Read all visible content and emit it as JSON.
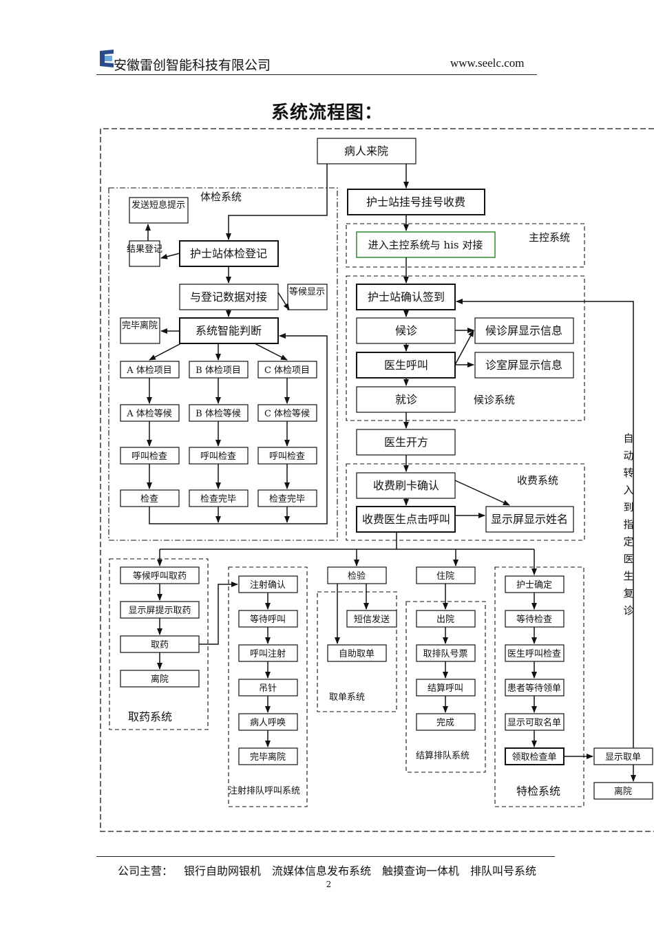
{
  "header": {
    "company": "安徽雷创智能科技有限公司",
    "url": "www.seelc.com"
  },
  "title": "系统流程图：",
  "boxes": {
    "patient_arrive": "病人来院",
    "nurse_register_pay": "护士站挂号挂号收费",
    "enter_master": "进入主控系统与 his 对接",
    "nurse_confirm": "护士站确认签到",
    "waiting": "候诊",
    "waiting_screen": "候诊屏显示信息",
    "doctor_call": "医生呼叫",
    "room_screen": "诊室屏显示信息",
    "visit": "就诊",
    "prescribe": "医生开方",
    "pay_card": "收费刷卡确认",
    "pay_doctor_call": "收费医生点击呼叫",
    "screen_name": "显示屏显示姓名",
    "sms_notice": "发送短息提示",
    "result_reg": "结果登记",
    "nurse_exam_reg": "护士站体检登记",
    "data_link": "与登记数据对接",
    "wait_show": "等候显示",
    "done_leave_exam": "完毕离院",
    "smart_judge": "系统智能判断",
    "a_item": "A 体检项目",
    "b_item": "B 体检项目",
    "c_item": "C 体检项目",
    "a_wait": "A 体检等候",
    "b_wait": "B 体检等候",
    "c_wait": "C 体检等候",
    "a_call": "呼叫检查",
    "b_call": "呼叫检查",
    "c_call": "呼叫检查",
    "a_check": "检查",
    "b_done": "检查完毕",
    "c_done": "检查完毕",
    "wait_call_drug": "等候呼叫取药",
    "screen_drug": "显示屏提示取药",
    "take_drug": "取药",
    "leave_drug": "离院",
    "inject_confirm": "注射确认",
    "inject_wait": "等待呼叫",
    "inject_call": "呼叫注射",
    "drip": "吊针",
    "patient_call": "病人呼唤",
    "inject_leave": "完毕离院",
    "lab": "检验",
    "sms_send": "短信发送",
    "self_print": "自助取单",
    "hospital": "住院",
    "discharge": "出院",
    "queue_ticket": "取排队号票",
    "settle_call": "结算呼叫",
    "complete": "完成",
    "nurse_ok": "护士确定",
    "wait_check": "等待检查",
    "doctor_check": "医生呼叫检查",
    "patient_wait_sheet": "患者等待领单",
    "show_list": "显示可取名单",
    "get_sheet": "领取检查单",
    "show_take": "显示取单",
    "leave_final": "离院"
  },
  "regions": {
    "exam": "体检系统",
    "master": "主控系统",
    "waiting": "候诊系统",
    "charge": "收费系统",
    "drug": "取药系统",
    "inject": "注射排队呼叫系统",
    "lab": "取单系统",
    "settle": "结算排队系统",
    "special": "特检系统"
  },
  "side_note": "自动转入到指定医生复诊",
  "footer": {
    "label": "公司主营：",
    "items": [
      "银行自助网银机",
      "流媒体信息发布系统",
      "触摸查询一体机",
      "排队叫号系统"
    ]
  },
  "page_number": "2",
  "colors": {
    "green_border": "#2e8b2e",
    "line": "#111111"
  }
}
